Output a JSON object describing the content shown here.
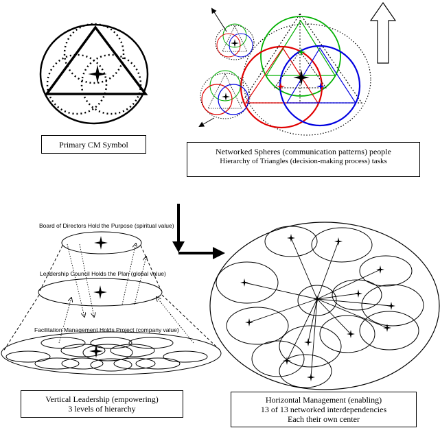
{
  "primary": {
    "caption": "Primary CM Symbol"
  },
  "networked": {
    "caption_line1": "Networked Spheres (communication patterns) people",
    "caption_line2": "Hierarchy of Triangles (decision-making process) tasks"
  },
  "vertical": {
    "level1": "Board of Directors Hold the Purpose (spiritual value)",
    "level2": "Leadership Council Holds the Plan (global value)",
    "level3": "Facilitation Management Holds Project (company value)",
    "caption_line1": "Vertical Leadership (empowering)",
    "caption_line2": "3 levels of hierarchy"
  },
  "horizontal": {
    "caption_line1": "Horizontal Management (enabling)",
    "caption_line2": "13 of 13 networked interdependencies",
    "caption_line3": "Each their own center"
  },
  "colors": {
    "red": "#e00000",
    "green": "#00b000",
    "blue": "#0000e0",
    "black": "#000000"
  }
}
